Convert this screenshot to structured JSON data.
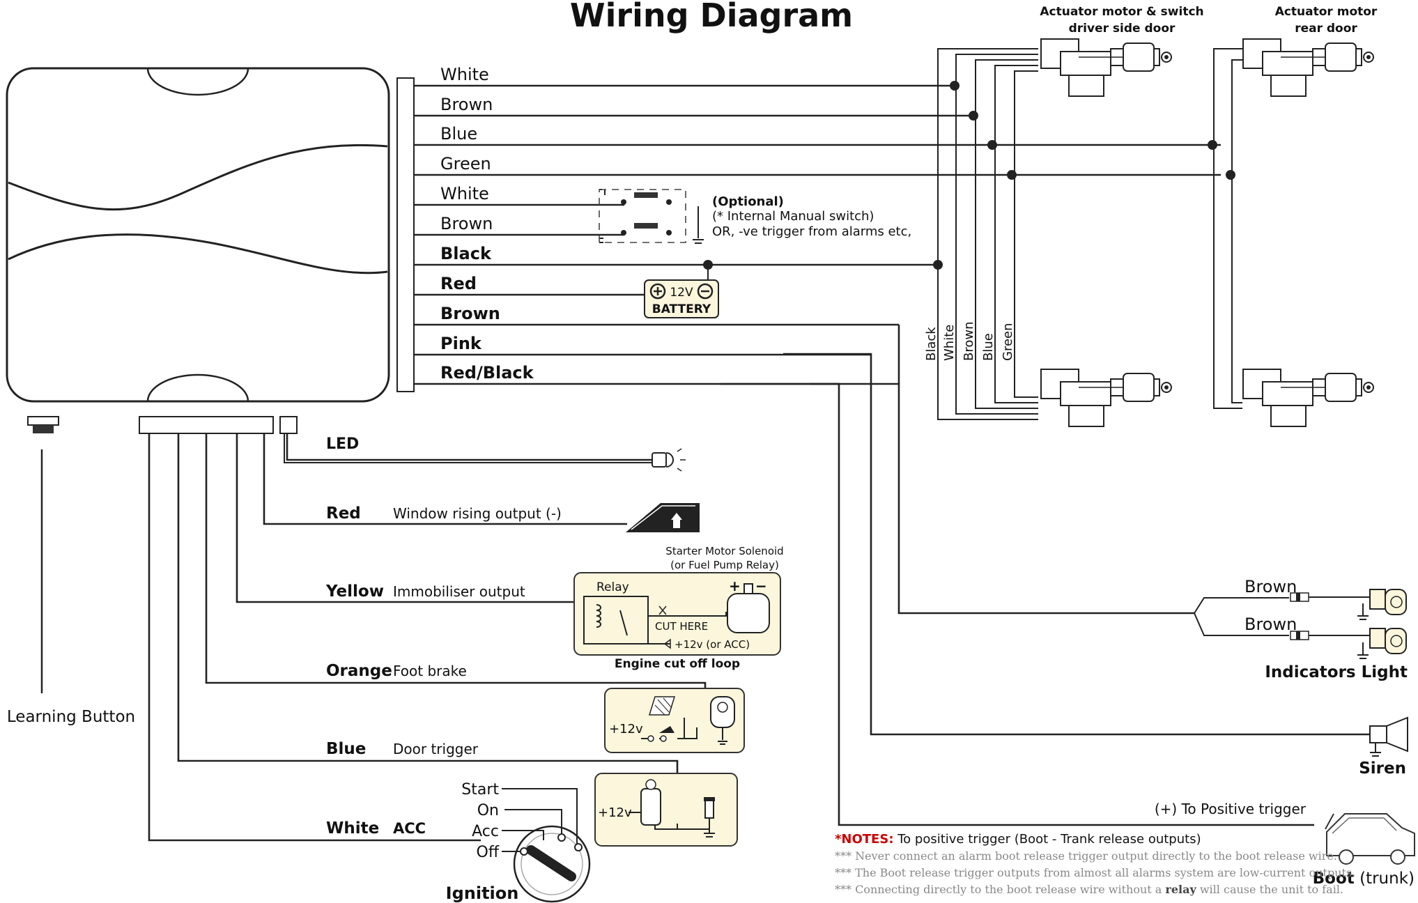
{
  "title": "Wiring Diagram",
  "actuators": {
    "driver_line1": "Actuator motor & switch",
    "driver_line2": "driver side door",
    "rear_line1": "Actuator motor",
    "rear_line2": "rear door"
  },
  "main_wires": [
    "White",
    "Brown",
    "Blue",
    "Green",
    "White",
    "Brown",
    "Black",
    "Red",
    "Brown",
    "Pink",
    "Red/Black"
  ],
  "optional": {
    "title": "(Optional)",
    "line1": "(* Internal Manual switch)",
    "line2": "OR, -ve trigger from alarms etc,"
  },
  "battery": {
    "voltage": "12V",
    "label": "BATTERY"
  },
  "vertical_wires": [
    "Black",
    "White",
    "Brown",
    "Blue",
    "Green"
  ],
  "learning_button": "Learning Button",
  "led": "LED",
  "outputs": [
    {
      "color": "Red",
      "desc": "Window rising output (-)"
    },
    {
      "color": "Yellow",
      "desc": "Immobiliser output"
    },
    {
      "color": "Orange",
      "desc": "Foot brake"
    },
    {
      "color": "Blue",
      "desc": "Door trigger"
    },
    {
      "color": "White",
      "desc": "ACC"
    }
  ],
  "relay": {
    "top1": "Starter Motor Solenoid",
    "top2": "(or Fuel Pump Relay)",
    "relay": "Relay",
    "cut": "CUT HERE",
    "acc": "+12v (or ACC)",
    "caption": "Engine cut off loop",
    "plus": "+",
    "minus": "−"
  },
  "brake_12v": "+12v",
  "door_12v": "+12v",
  "ignition": {
    "title": "Ignition",
    "positions": [
      "Start",
      "On",
      "Acc",
      "Off"
    ]
  },
  "indicators": {
    "wire1": "Brown",
    "wire2": "Brown",
    "label": "Indicators Light"
  },
  "siren": "Siren",
  "positive_trigger": "(+) To Positive trigger",
  "boot": {
    "bold": "Boot",
    "rest": " (trunk)"
  },
  "notes": {
    "head": "*NOTES:",
    "head_rest": " To positive trigger (Boot - Trank release outputs)",
    "n1": "*** Never connect an alarm boot release trigger output directly to the boot release wire.",
    "n2": "*** The Boot release trigger outputs from almost all alarms system are low-current outputs.",
    "n3a": "*** Connecting directly to the boot release wire without a ",
    "n3b": "relay",
    "n3c": " will cause the unit to fail."
  }
}
